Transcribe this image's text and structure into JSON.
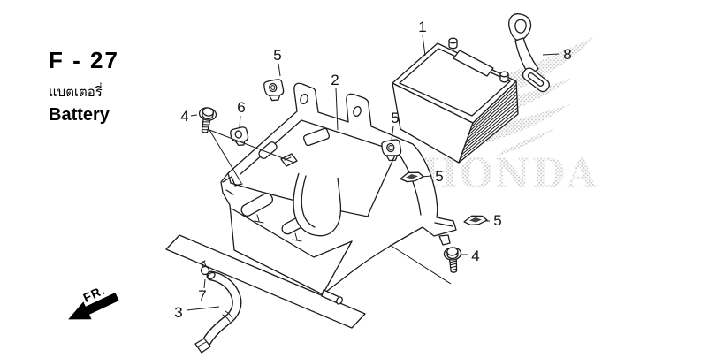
{
  "header": {
    "code": "F - 27",
    "subtitle_thai": "แบตเตอรี่",
    "subtitle_en": "Battery"
  },
  "watermark": {
    "text": "HONDA"
  },
  "front_marker": {
    "label": "FR."
  },
  "callouts": [
    {
      "part": "1"
    },
    {
      "part": "2"
    },
    {
      "part": "3"
    },
    {
      "part": "4"
    },
    {
      "part": "4"
    },
    {
      "part": "5"
    },
    {
      "part": "5"
    },
    {
      "part": "5"
    },
    {
      "part": "5"
    },
    {
      "part": "6"
    },
    {
      "part": "7"
    },
    {
      "part": "8"
    }
  ],
  "colors": {
    "background": "#ffffff",
    "line": "#1c1c1c",
    "watermark_dot": "#c6c6c6"
  }
}
